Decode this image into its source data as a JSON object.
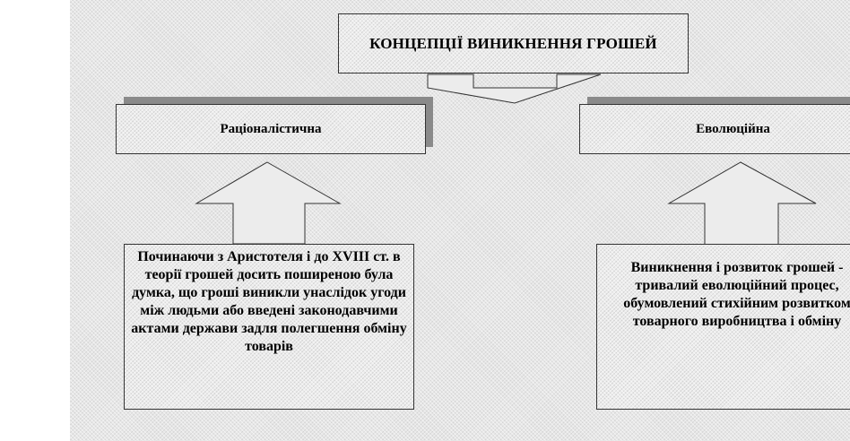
{
  "diagram": {
    "title": "КОНЦЕПЦІЇ ВИНИКНЕННЯ ГРОШЕЙ",
    "left_heading": "Раціоналістична",
    "right_heading": "Еволюційна",
    "left_description": "Починаючи з Аристотеля і до XVIII ст. в теорії грошей досить поширеною була думка, що гроші виникли унаслідок угоди між людьми або введені законодавчими актами держави задля полегшення обміну товарів",
    "right_description": "Виникнення і розвиток грошей - тривалий еволюційний процес, обумовлений стихійним розвитком товарного виробництва і обміну"
  },
  "colors": {
    "border": "#333333",
    "shadow": "#8a8a8a",
    "box_fill": "#ececec"
  }
}
